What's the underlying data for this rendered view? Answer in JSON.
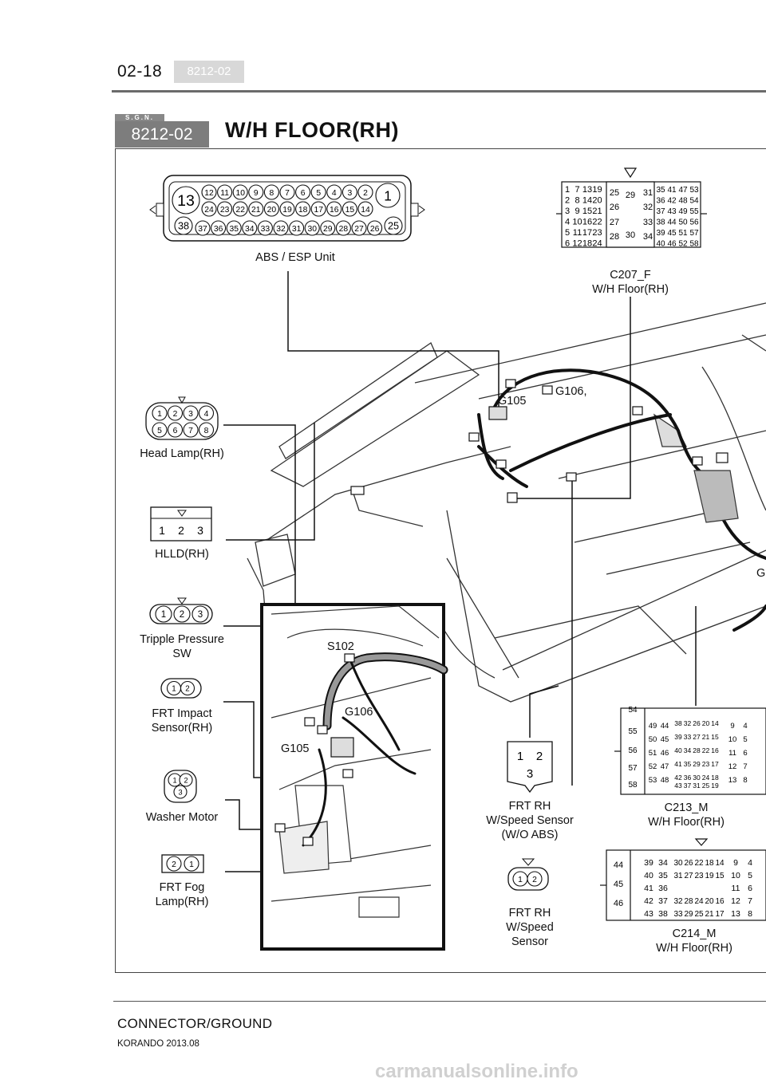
{
  "header": {
    "page_number": "02-18",
    "code_tab": "8212-02"
  },
  "section": {
    "badge": "S.G.N.",
    "code": "8212-02",
    "title": "W/H FLOOR(RH)"
  },
  "connectors": {
    "abs_esp": "ABS / ESP Unit",
    "c207": {
      "id": "C207_F",
      "name": "W/H Floor(RH)"
    },
    "head_lamp": "Head Lamp(RH)",
    "hlld": "HLLD(RH)",
    "tripple_pressure": {
      "line1": "Tripple Pressure",
      "line2": "SW"
    },
    "frt_impact": {
      "line1": "FRT Impact",
      "line2": "Sensor(RH)"
    },
    "washer_motor": "Washer Motor",
    "frt_fog": {
      "line1": "FRT Fog",
      "line2": "Lamp(RH)"
    },
    "wspeed_woabs": {
      "line1": "FRT RH",
      "line2": "W/Speed Sensor",
      "line3": "(W/O ABS)"
    },
    "wspeed": {
      "line1": "FRT RH",
      "line2": "W/Speed",
      "line3": "Sensor"
    },
    "c213": {
      "id": "C213_M",
      "name": "W/H Floor(RH)"
    },
    "c214": {
      "id": "C214_M",
      "name": "W/H Floor(RH)"
    }
  },
  "grounds": {
    "g105": "G105",
    "g106": "G106,",
    "g105_inset": "G105",
    "g106_inset": "G106",
    "s102": "S102",
    "g_cut": "G"
  },
  "pins": {
    "abs_top": [
      "12",
      "11",
      "10",
      "9",
      "8",
      "7",
      "6",
      "5",
      "4",
      "3",
      "2"
    ],
    "abs_mid": [
      "24",
      "23",
      "22",
      "21",
      "20",
      "19",
      "18",
      "17",
      "16",
      "15",
      "14"
    ],
    "abs_bot": [
      "37",
      "36",
      "35",
      "34",
      "33",
      "32",
      "31",
      "30",
      "29",
      "28",
      "27",
      "26"
    ],
    "abs_big": [
      "13",
      "1",
      "38",
      "25"
    ],
    "head_lamp": [
      "1",
      "2",
      "3",
      "4",
      "5",
      "6",
      "7",
      "8"
    ],
    "hlld": [
      "1",
      "2",
      "3"
    ],
    "tripple": [
      "1",
      "2",
      "3"
    ],
    "impact": [
      "1",
      "2"
    ],
    "washer": [
      "1",
      "2",
      "3"
    ],
    "fog": [
      "2",
      "1"
    ],
    "wspeed_a": [
      "1",
      "2",
      "3"
    ],
    "wspeed_b": [
      "1",
      "2"
    ]
  },
  "footer": {
    "title": "CONNECTOR/GROUND",
    "model": "KORANDO 2013.08",
    "watermark": "carmanualsonline.info"
  }
}
